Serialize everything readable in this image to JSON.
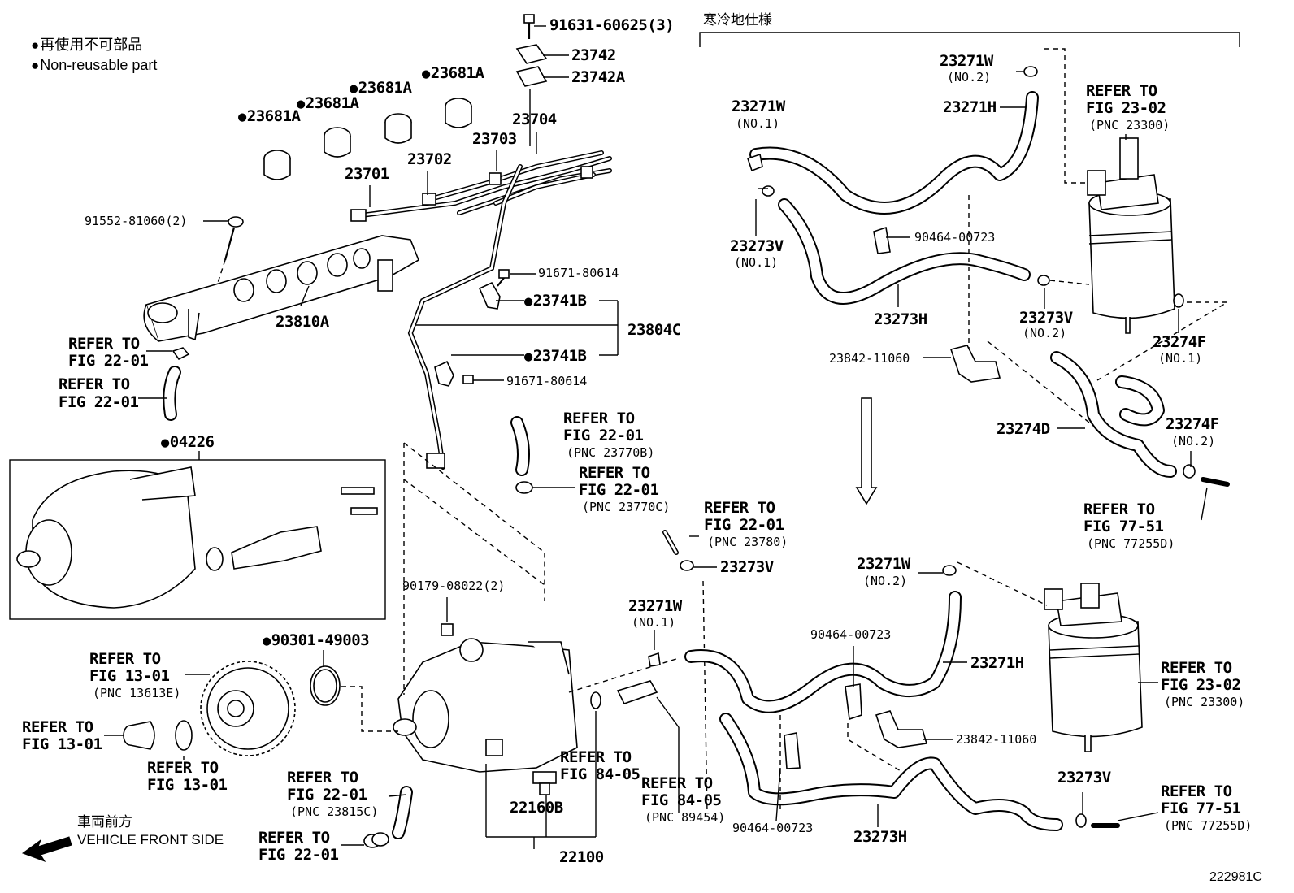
{
  "legend": {
    "jp": "再使用不可部品",
    "en": "Non-reusable part",
    "dot": "●"
  },
  "cold_spec": "寒冷地仕様",
  "figure_id": "222981C",
  "front": {
    "jp": "車両前方",
    "en": "VEHICLE FRONT SIDE"
  },
  "labels": {
    "p91631": "91631-60625(3)",
    "p23742": "23742",
    "p23742A": "23742A",
    "p23704": "23704",
    "p23703": "23703",
    "p23702": "23702",
    "p23701": "23701",
    "p23681A_1": "23681A",
    "p23681A_2": "23681A",
    "p23681A_3": "23681A",
    "p23681A_4": "23681A",
    "p91552": "91552-81060(2)",
    "p23810A": "23810A",
    "ref2201_a1": "REFER TO",
    "ref2201_a2": "FIG 22-01",
    "ref2201_b1": "REFER TO",
    "ref2201_b2": "FIG 22-01",
    "p91671_a": "91671-80614",
    "p23741B_a": "23741B",
    "p23804C": "23804C",
    "p23741B_b": "23741B",
    "p91671_b": "91671-80614",
    "p04226": "04226",
    "ref2201_c1": "REFER TO",
    "ref2201_c2": "FIG 22-01",
    "ref2201_c3": "(PNC 23770B)",
    "ref2201_d1": "REFER TO",
    "ref2201_d2": "FIG 22-01",
    "ref2201_d3": "(PNC 23770C)",
    "ref2201_e1": "REFER TO",
    "ref2201_e2": "FIG 22-01",
    "ref2201_e3": "(PNC 23780)",
    "p23273V_mid": "23273V",
    "p90179": "90179-08022(2)",
    "p23271W_mid": "23271W",
    "p23271W_mid_no": "(NO.1)",
    "p90301": "90301-49003",
    "ref1301_a1": "REFER TO",
    "ref1301_a2": "FIG 13-01",
    "ref1301_a3": "(PNC 13613E)",
    "ref1301_b1": "REFER TO",
    "ref1301_b2": "FIG 13-01",
    "ref1301_c1": "REFER TO",
    "ref1301_c2": "FIG 13-01",
    "ref2201_f1": "REFER TO",
    "ref2201_f2": "FIG 22-01",
    "ref2201_f3": "(PNC 23815C)",
    "ref2201_g1": "REFER TO",
    "ref2201_g2": "FIG 22-01",
    "ref8405_a1": "REFER TO",
    "ref8405_a2": "FIG 84-05",
    "ref8405_b1": "REFER TO",
    "ref8405_b2": "FIG 84-05",
    "ref8405_b3": "(PNC 89454)",
    "p22160B": "22160B",
    "p22100": "22100",
    "r23271W_top": "23271W",
    "r23271W_top_no": "(NO.2)",
    "r23271H_top": "23271H",
    "r23271W_no1": "23271W",
    "r23271W_no1_no": "(NO.1)",
    "ref2302_a1": "REFER TO",
    "ref2302_a2": "FIG 23-02",
    "ref2302_a3": "(PNC 23300)",
    "r90464_top": "90464-00723",
    "r23273V_no1": "23273V",
    "r23273V_no1_no": "(NO.1)",
    "r23273H_top": "23273H",
    "r23273V_no2": "23273V",
    "r23273V_no2_no": "(NO.2)",
    "r23274F_no1": "23274F",
    "r23274F_no1_no": "(NO.1)",
    "r23842_top": "23842-11060",
    "r23274D": "23274D",
    "r23274F_no2": "23274F",
    "r23274F_no2_no": "(NO.2)",
    "ref7751_a1": "REFER TO",
    "ref7751_a2": "FIG 77-51",
    "ref7751_a3": "(PNC 77255D)",
    "r23271W_bot": "23271W",
    "r23271W_bot_no": "(NO.2)",
    "r90464_mid": "90464-00723",
    "r23271H_bot": "23271H",
    "ref2302_b1": "REFER TO",
    "ref2302_b2": "FIG 23-02",
    "ref2302_b3": "(PNC 23300)",
    "r23842_bot": "23842-11060",
    "r23273V_bot": "23273V",
    "ref7751_b1": "REFER TO",
    "ref7751_b2": "FIG 77-51",
    "ref7751_b3": "(PNC 77255D)",
    "r90464_bot": "90464-00723",
    "r23273H_bot": "23273H"
  }
}
